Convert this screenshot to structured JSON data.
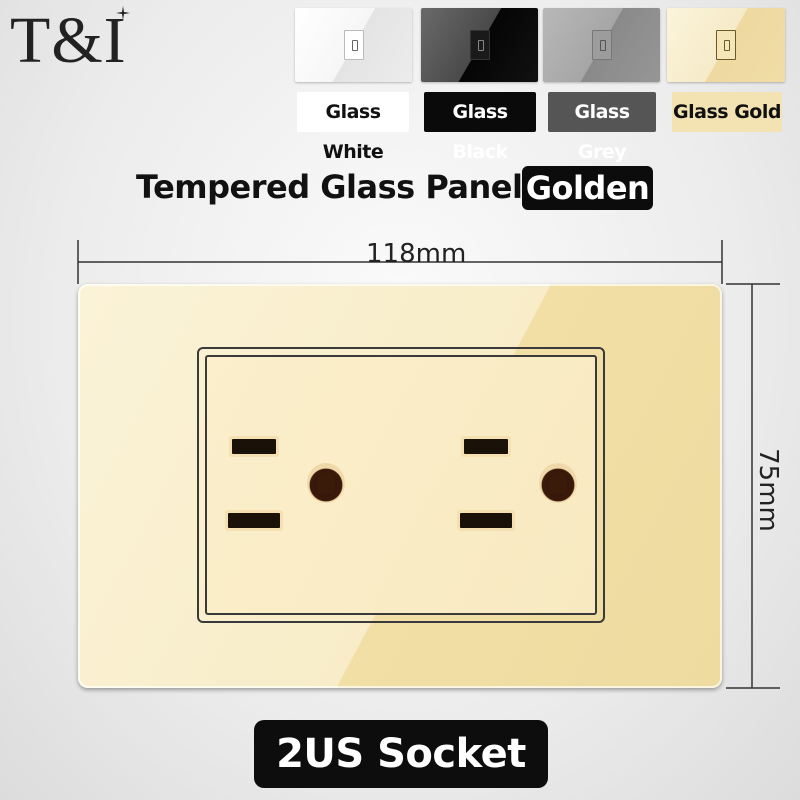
{
  "brand": {
    "logo_text": "T&I"
  },
  "swatches": [
    {
      "label": "Glass White",
      "color": "#f4f4f4",
      "tag_bg": "#ffffff",
      "tag_fg": "#111111"
    },
    {
      "label": "Glass Black",
      "color": "#2a2a2a",
      "tag_bg": "#0a0a0a",
      "tag_fg": "#ffffff"
    },
    {
      "label": "Glass Grey",
      "color": "#9a9a9a",
      "tag_bg": "#555555",
      "tag_fg": "#ffffff"
    },
    {
      "label": "Glass Gold",
      "color": "#f2e2b0",
      "tag_bg": "#f3e3b3",
      "tag_fg": "#111111"
    }
  ],
  "heading": {
    "title": "Tempered Glass Panel",
    "variant": "Golden"
  },
  "dimensions": {
    "width_label": "118mm",
    "height_label": "75mm"
  },
  "product": {
    "name": "2US Socket"
  },
  "colors": {
    "plate_light": "#fbf3d8",
    "plate_gold": "#eedb9f",
    "outline": "#3a3a3a"
  }
}
